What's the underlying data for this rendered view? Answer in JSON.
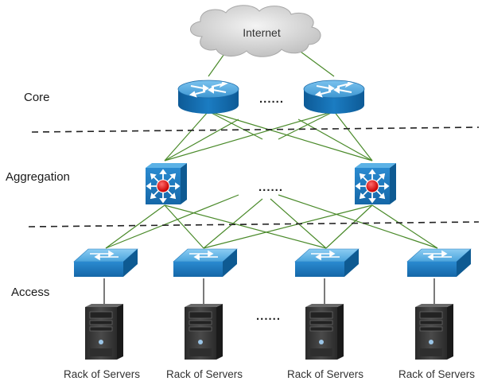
{
  "cloud": {
    "label": "Internet"
  },
  "layers": {
    "core": "Core",
    "aggregation": "Aggregation",
    "access": "Access"
  },
  "ellipsis": {
    "core": "......",
    "aggregation": "......",
    "servers": "......"
  },
  "racks": [
    {
      "label": "Rack of Servers"
    },
    {
      "label": "Rack of Servers"
    },
    {
      "label": "Rack of Servers"
    },
    {
      "label": "Rack of Servers"
    }
  ],
  "colors": {
    "link": "#4a8a2a",
    "device_blue": "#1a73b8",
    "device_top": "#4fa6dc",
    "switch_center": "#e01818",
    "server_body": "#3a3a3a",
    "divider": "#222222"
  }
}
